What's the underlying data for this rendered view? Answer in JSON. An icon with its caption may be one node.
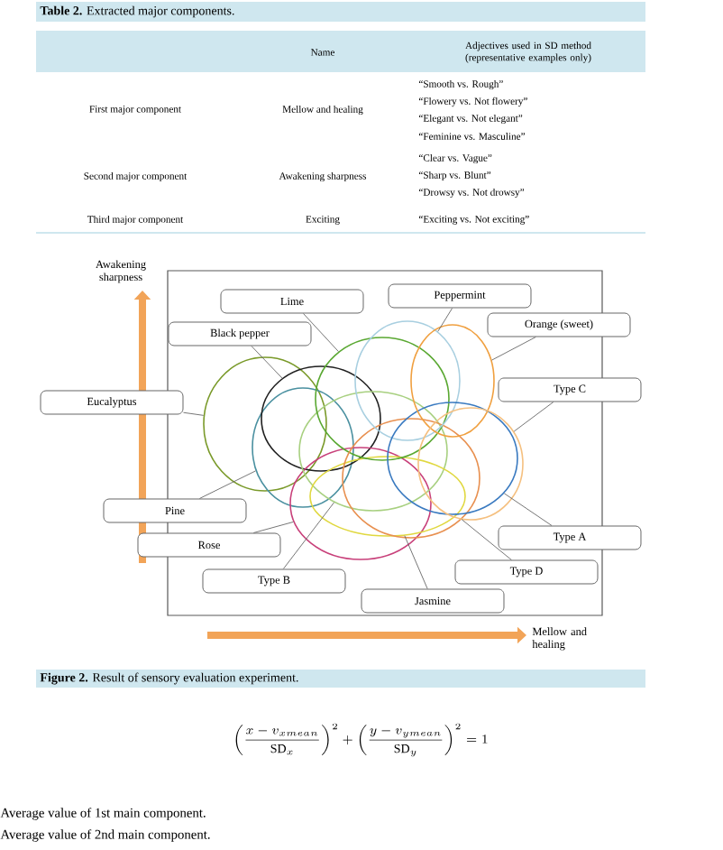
{
  "diagram": {
    "title": "**Table 2.** Extracted major components.",
    "caption": "**Figure 2.** Result of sensory evaluation experiment.",
    "nodes": [
      {
        "text": [
          "Lime"
        ]
      },
      {
        "text": [
          "Peppermint"
        ]
      },
      {
        "text": [
          "Black pepper"
        ]
      },
      {
        "text": [
          "Orange (sweet)"
        ]
      },
      {
        "text": [
          "Eucalyptus"
        ]
      },
      {
        "text": [
          "Type C"
        ]
      },
      {
        "text": [
          "Pine"
        ]
      },
      {
        "text": [
          "Type A"
        ]
      },
      {
        "text": [
          "Rose"
        ]
      },
      {
        "text": [
          "Type B"
        ]
      },
      {
        "text": [
          "Type D"
        ]
      },
      {
        "text": [
          "Jasmine"
        ]
      },
      {
        "text": [],
        "shape": "circle"
      },
      {
        "text": [],
        "shape": "circle"
      },
      {
        "text": [],
        "shape": "circle"
      },
      {
        "text": [],
        "shape": "circle"
      },
      {
        "text": [],
        "shape": "circle"
      },
      {
        "text": [],
        "shape": "circle"
      },
      {
        "text": [],
        "shape": "circle"
      },
      {
        "text": [],
        "shape": "circle"
      },
      {
        "text": [],
        "shape": "circle"
      },
      {
        "text": [],
        "shape": "circle"
      },
      {
        "text": [],
        "shape": "circle"
      },
      {
        "text": [],
        "shape": "circle"
      }
    ],
    "edges": [
      {
        "from": 0,
        "to": 18,
        "arrow": "none"
      },
      {
        "from": 1,
        "to": 20,
        "arrow": "none"
      },
      {
        "from": 2,
        "to": 14,
        "arrow": "none"
      },
      {
        "from": 3,
        "to": 22,
        "arrow": "none"
      },
      {
        "from": 4,
        "to": 12,
        "arrow": "none"
      },
      {
        "from": 5,
        "to": 23,
        "arrow": "none"
      },
      {
        "from": 6,
        "to": 13,
        "arrow": "none"
      },
      {
        "from": 7,
        "to": 21,
        "arrow": "none"
      },
      {
        "from": 8,
        "to": 15,
        "arrow": "none"
      },
      {
        "from": 9,
        "to": 16,
        "arrow": "none"
      },
      {
        "from": 10,
        "to": 19,
        "arrow": "none"
      },
      {
        "from": 11,
        "to": 17,
        "arrow": "none"
      }
    ],
    "labels": [
      "Name",
      "Adjectives used in SD method (representative examples only)",
      "First major component",
      "Mellow and healing",
      "“Smooth vs. Rough”",
      "“Flowery vs. Not flowery”",
      "“Elegant vs. Not elegant”",
      "“Feminine vs. Masculine”",
      "Second major component",
      "Awakening sharpness",
      "“Clear vs. Vague”",
      "“Sharp vs. Blunt”",
      "“Drowsy vs. Not drowsy”",
      "Third major component",
      "Exciting",
      "“Exciting vs. Not exciting”",
      "Awakening sharpness",
      "Mellow and healing",
      "\\left(\\frac{x-v_{xmean}}{\\mathrm{SD}_x}\\right)^2+\\left(\\frac{y-v_{ymean}}{\\mathrm{SD}_y}\\right)^2=1",
      "Average value of 1st main component.",
      "Average value of 2nd main component."
    ]
  }
}
